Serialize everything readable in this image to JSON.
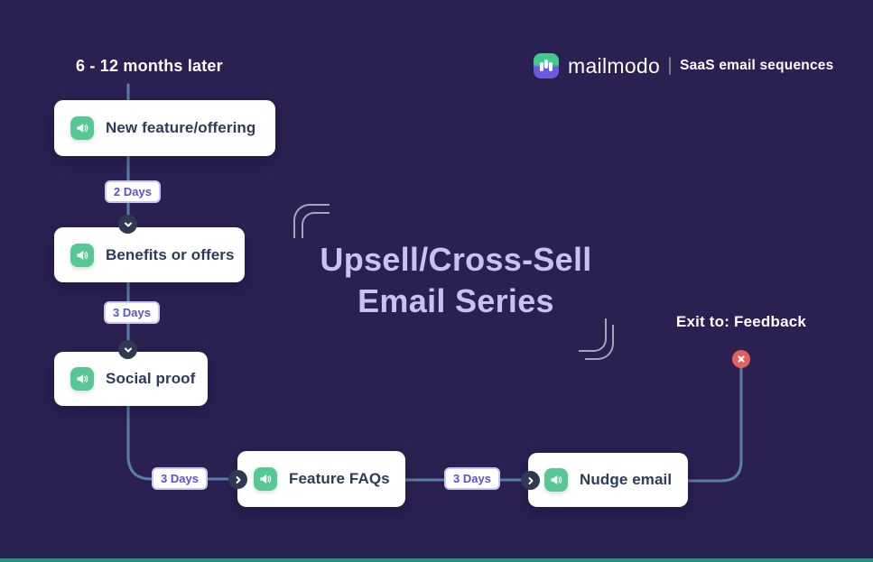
{
  "colors": {
    "bg": "#2A2052",
    "line": "#5B7EA6",
    "node": "#2F3A52",
    "green": "#57C794",
    "red": "#E2605C",
    "title": "#C7C2F0",
    "card-text": "#2E3A59",
    "badge-border": "#C9C5F4",
    "badge-text": "#5A52C7",
    "bracket": "#A8A4BB",
    "logo-green": "#3FCB90",
    "logo-purple": "#6A5BE4",
    "strip": "#27917F"
  },
  "header": {
    "note": "6 - 12 months later",
    "brand": "mailmodo",
    "tagline": "SaaS email sequences"
  },
  "title": {
    "line1": "Upsell/Cross-Sell",
    "line2": "Email Series"
  },
  "flow": {
    "cards": [
      {
        "label": "New feature/offering"
      },
      {
        "label": "Benefits or offers"
      },
      {
        "label": "Social proof"
      },
      {
        "label": "Feature FAQs"
      },
      {
        "label": "Nudge email"
      }
    ],
    "badges": [
      {
        "label": "2 Days"
      },
      {
        "label": "3 Days"
      },
      {
        "label": "3 Days"
      },
      {
        "label": "3 Days"
      }
    ],
    "exit": {
      "label": "Exit to: Feedback"
    }
  }
}
